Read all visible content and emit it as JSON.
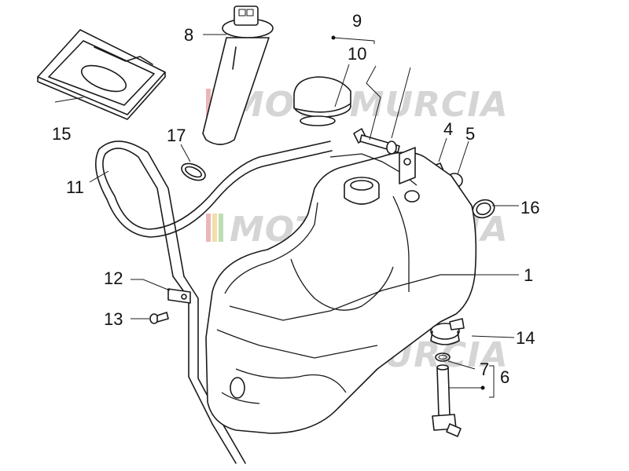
{
  "watermark": {
    "text": "MOTOMURCIA",
    "stripe_colors": [
      "#e4a0a0",
      "#f0d48a",
      "#a8d49a"
    ]
  },
  "callouts": {
    "c1": "1",
    "c4": "4",
    "c5": "5",
    "c6": "6",
    "c7": "7",
    "c8": "8",
    "c9": "9",
    "c10": "10",
    "c11": "11",
    "c12": "12",
    "c13": "13",
    "c14": "14",
    "c15": "15",
    "c16": "16",
    "c17": "17"
  }
}
